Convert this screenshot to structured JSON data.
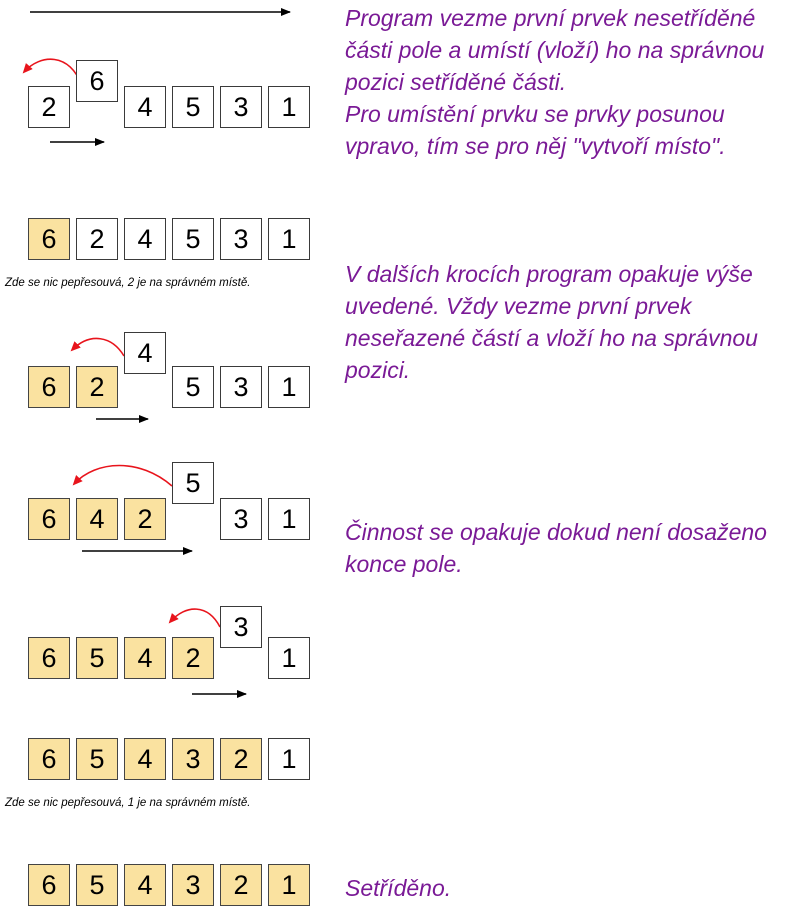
{
  "notes": {
    "intro": [
      "Program vezme první prvek nesetříděné",
      "části pole a umístí (vloží) ho na správnou",
      "pozici setříděné části.",
      "Pro umístění prvku se prvky posunou",
      "vpravo, tím se pro něj \"vytvoří místo\"."
    ],
    "repeat": [
      "V dalších krocích program opakuje výše",
      "uvedené. Vždy vezme první prvek",
      "neseřazené částí a vloží ho na správnou",
      "pozici."
    ],
    "continue": [
      "Činnost se opakuje dokud není dosaženo",
      "konce pole."
    ],
    "done": [
      "Setříděno."
    ]
  },
  "captions": {
    "step2": "Zde se nic pepřesouvá, 2 je na správném místě.",
    "step6": "Zde se nic pepřesouvá, 1 je na správném místě."
  },
  "rows": {
    "r1": {
      "cells": [
        {
          "v": "2",
          "state": "unsorted"
        },
        {
          "v": "6",
          "state": "raised"
        },
        {
          "v": "4",
          "state": "unsorted"
        },
        {
          "v": "5",
          "state": "unsorted"
        },
        {
          "v": "3",
          "state": "unsorted"
        },
        {
          "v": "1",
          "state": "unsorted"
        }
      ]
    },
    "r2": {
      "cells": [
        {
          "v": "6",
          "state": "sorted"
        },
        {
          "v": "2",
          "state": "unsorted"
        },
        {
          "v": "4",
          "state": "unsorted"
        },
        {
          "v": "5",
          "state": "unsorted"
        },
        {
          "v": "3",
          "state": "unsorted"
        },
        {
          "v": "1",
          "state": "unsorted"
        }
      ]
    },
    "r3": {
      "cells": [
        {
          "v": "6",
          "state": "sorted"
        },
        {
          "v": "2",
          "state": "sorted"
        },
        {
          "v": "4",
          "state": "raised"
        },
        {
          "v": "5",
          "state": "unsorted"
        },
        {
          "v": "3",
          "state": "unsorted"
        },
        {
          "v": "1",
          "state": "unsorted"
        }
      ]
    },
    "r4": {
      "cells": [
        {
          "v": "6",
          "state": "sorted"
        },
        {
          "v": "4",
          "state": "sorted"
        },
        {
          "v": "2",
          "state": "sorted"
        },
        {
          "v": "5",
          "state": "raised"
        },
        {
          "v": "3",
          "state": "unsorted"
        },
        {
          "v": "1",
          "state": "unsorted"
        }
      ]
    },
    "r5": {
      "cells": [
        {
          "v": "6",
          "state": "sorted"
        },
        {
          "v": "5",
          "state": "sorted"
        },
        {
          "v": "4",
          "state": "sorted"
        },
        {
          "v": "2",
          "state": "sorted"
        },
        {
          "v": "3",
          "state": "raised"
        },
        {
          "v": "1",
          "state": "unsorted"
        }
      ]
    },
    "r6": {
      "cells": [
        {
          "v": "6",
          "state": "sorted"
        },
        {
          "v": "5",
          "state": "sorted"
        },
        {
          "v": "4",
          "state": "sorted"
        },
        {
          "v": "3",
          "state": "sorted"
        },
        {
          "v": "2",
          "state": "sorted"
        },
        {
          "v": "1",
          "state": "unsorted"
        }
      ]
    },
    "r7": {
      "cells": [
        {
          "v": "6",
          "state": "sorted"
        },
        {
          "v": "5",
          "state": "sorted"
        },
        {
          "v": "4",
          "state": "sorted"
        },
        {
          "v": "3",
          "state": "sorted"
        },
        {
          "v": "2",
          "state": "sorted"
        },
        {
          "v": "1",
          "state": "sorted"
        }
      ]
    }
  },
  "colors": {
    "sorted_fill": "#fae2a0",
    "note_text": "#7a1a96",
    "insert_arrow": "#e8141c",
    "shift_arrow": "#000000"
  }
}
